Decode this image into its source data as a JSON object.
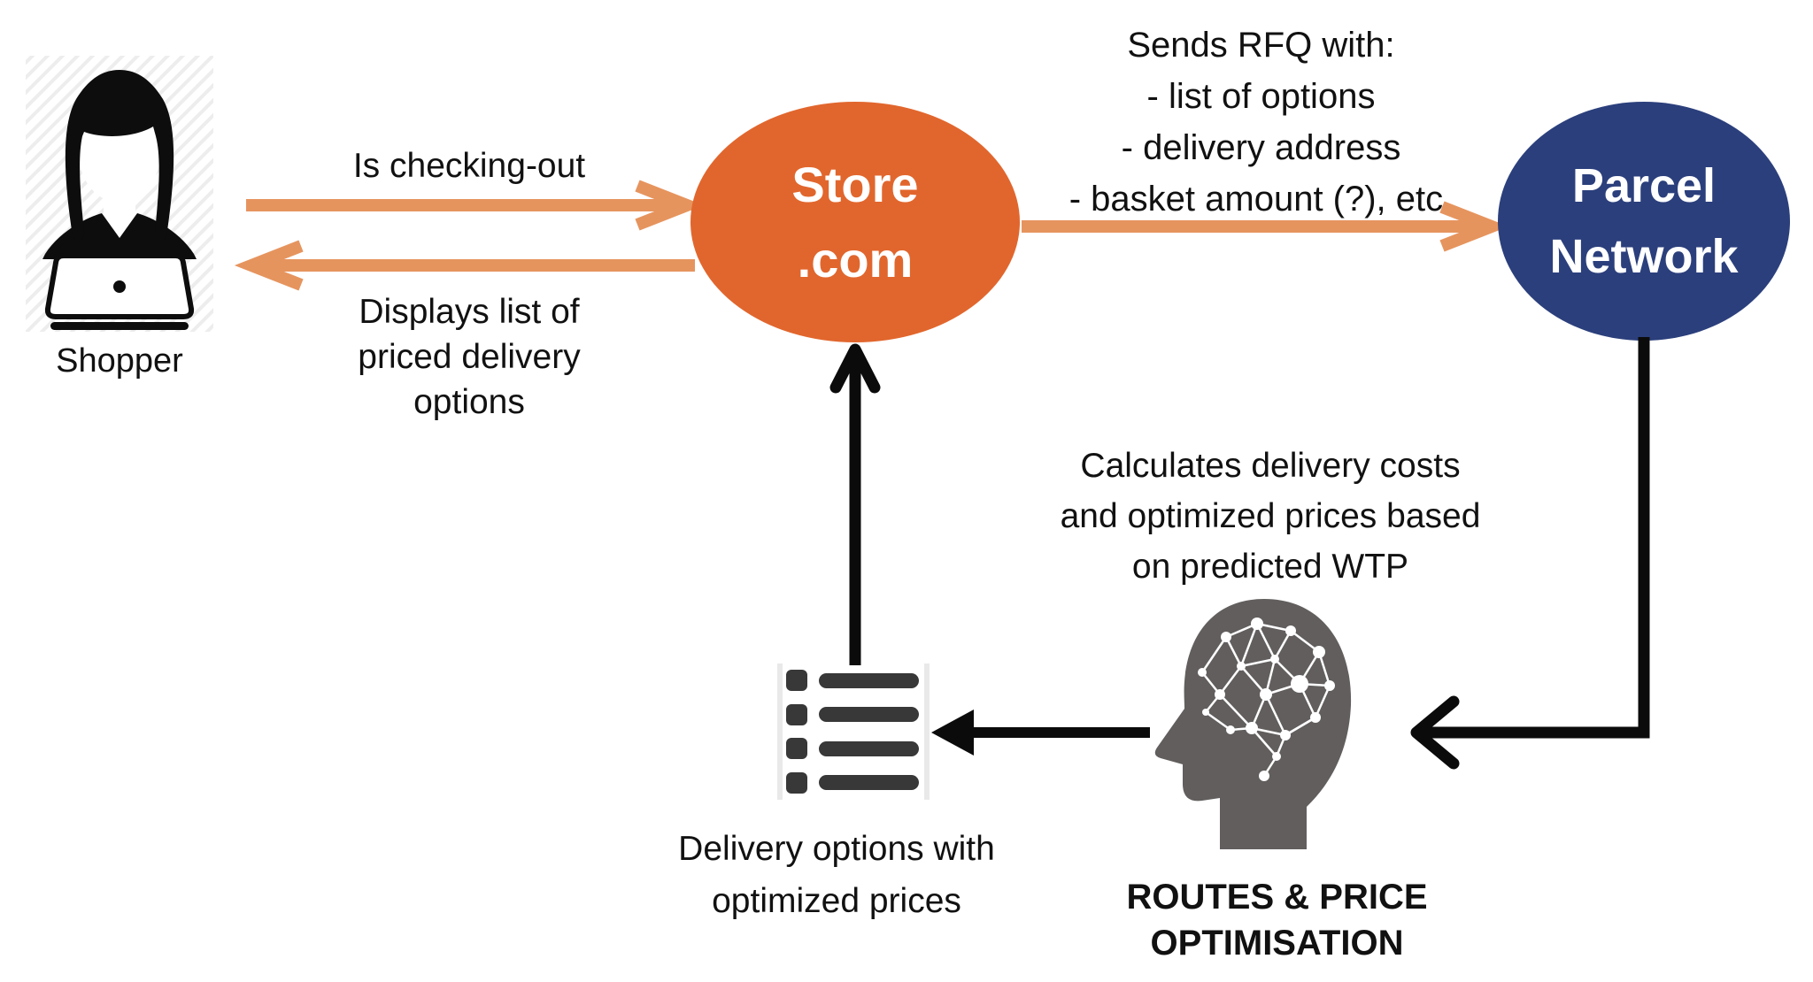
{
  "colors": {
    "store_orange": "#E1662D",
    "arrow_orange": "#E6945E",
    "network_navy": "#2B3F7C",
    "head_gray": "#625E5E",
    "list_dark": "#383838",
    "text_black": "#111111",
    "arrow_black": "#0B0B0B"
  },
  "nodes": {
    "shopper": {
      "label": "Shopper"
    },
    "store": {
      "line1": "Store",
      "line2": ".com"
    },
    "parcel_network": {
      "line1": "Parcel",
      "line2": "Network"
    },
    "optimiser": {
      "line1": "ROUTES & PRICE",
      "line2": "OPTIMISATION"
    }
  },
  "edges": {
    "checkout_label": "Is checking-out",
    "displays_label": [
      "Displays list of",
      "priced delivery",
      "options"
    ],
    "rfq_label": [
      "Sends RFQ with:",
      "- list of options",
      "- delivery address",
      "- basket amount (?), etc."
    ],
    "calculates_label": [
      "Calculates delivery costs",
      "and optimized prices based",
      "on predicted WTP"
    ],
    "delivery_options_label": [
      "Delivery options with",
      "optimized prices"
    ]
  }
}
